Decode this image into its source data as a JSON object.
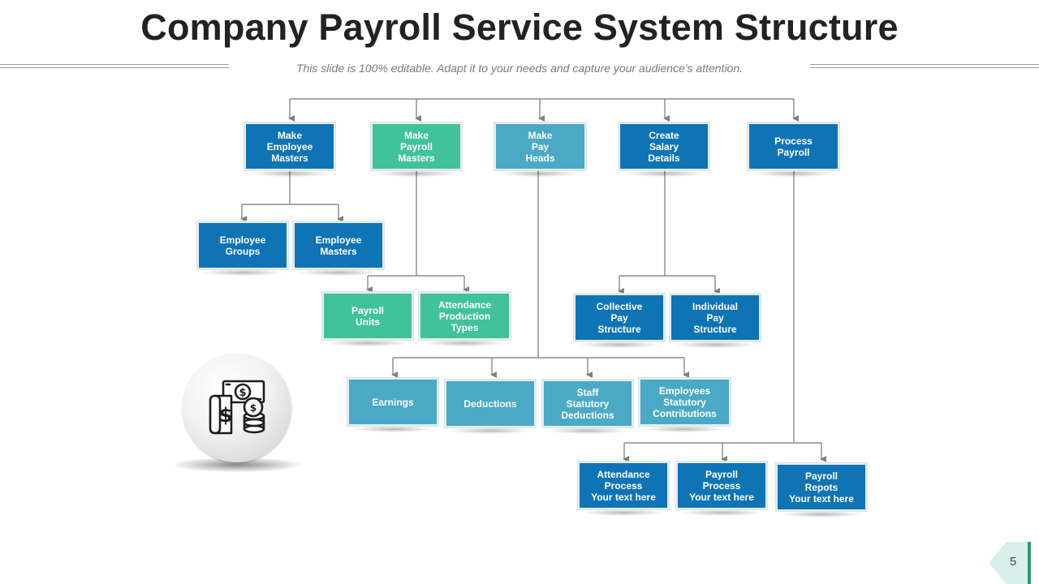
{
  "slide": {
    "title": "Company Payroll Service System Structure",
    "subtitle": "This slide is 100% editable. Adapt it to your needs and capture your audience's attention.",
    "page_number": "5",
    "icon": "money-coins-icon"
  },
  "colors": {
    "dark_blue": "#0f74b5",
    "green": "#40c29b",
    "teal": "#4aa9c4",
    "connector": "#808080",
    "accent_tab": "#d9efeb",
    "accent_bar": "#2e9a6e"
  },
  "nodes": {
    "make_employee_masters": "Make\nEmployee\nMasters",
    "make_payroll_masters": "Make\nPayroll\nMasters",
    "make_pay_heads": "Make\nPay\nHeads",
    "create_salary_details": "Create\nSalary\nDetails",
    "process_payroll": "Process\nPayroll",
    "employee_groups": "Employee\nGroups",
    "employee_masters": "Employee\nMasters",
    "payroll_units": "Payroll\nUnits",
    "attendance_production_types": "Attendance\nProduction\nTypes",
    "collective_pay_structure": "Collective\nPay\nStructure",
    "individual_pay_structure": "Individual\nPay\nStructure",
    "earnings": "Earnings",
    "deductions": "Deductions",
    "staff_statutory_deductions": "Staff\nStatutory\nDeductions",
    "employees_statutory_contributions": "Employees\nStatutory\nContributions",
    "attendance_process": "Attendance\nProcess\nYour text here",
    "payroll_process": "Payroll\nProcess\nYour text here",
    "payroll_repots": "Payroll\nRepots\nYour text here"
  }
}
